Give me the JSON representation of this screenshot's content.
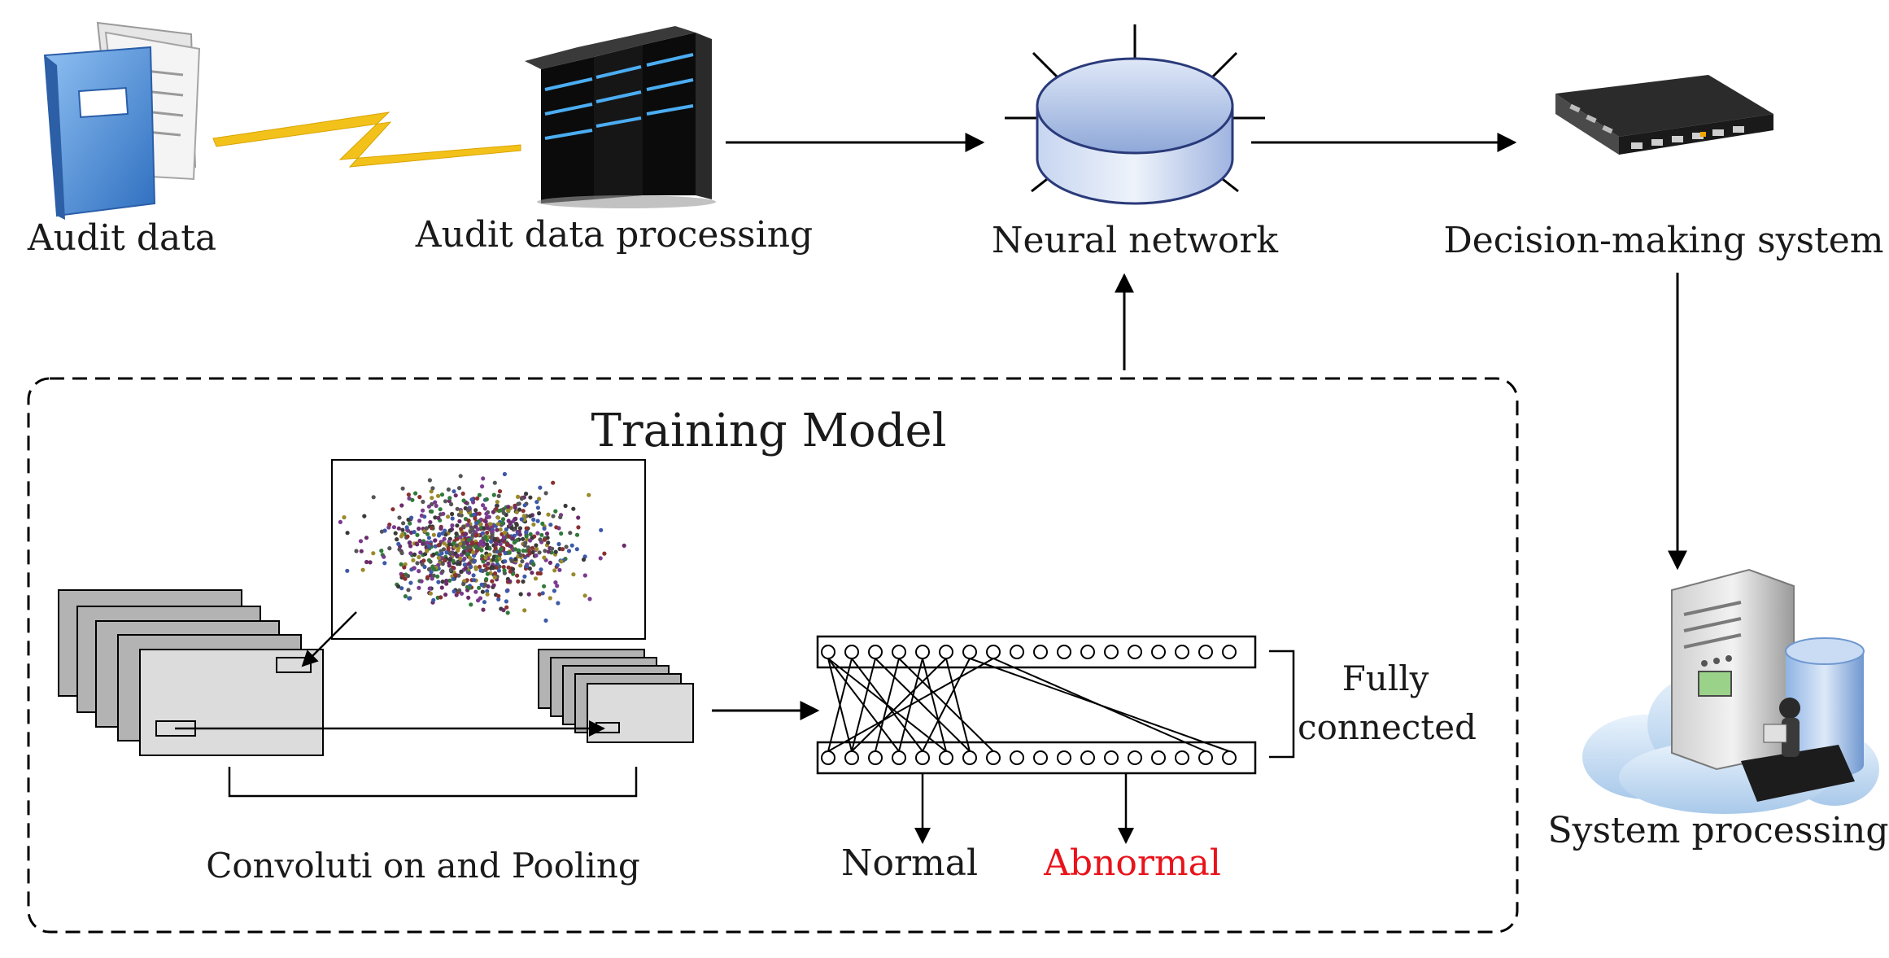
{
  "nodes": {
    "audit_data": "Audit data",
    "audit_processing": "Audit data processing",
    "neural_network": "Neural network",
    "decision_system": "Decision-making system",
    "system_processing": "System processing"
  },
  "training": {
    "title": "Training Model",
    "conv_pool": "Convoluti on and Pooling",
    "fully": "Fully",
    "connected": "connected",
    "normal": "Normal",
    "abnormal": "Abnormal"
  },
  "colors": {
    "lightning": "#f3c21a",
    "folder": "#4a8fd6",
    "disk": "#a9bde4",
    "server_glow": "#4fb6ff",
    "abnormal": "#e8131b",
    "panel_gray": "#d9d9d9",
    "frame_gray": "#b3b3b3"
  },
  "icons": [
    "folder-icon",
    "lightning-icon",
    "server-rack-icon",
    "disk-icon",
    "router-icon",
    "cloud-server-icon"
  ]
}
